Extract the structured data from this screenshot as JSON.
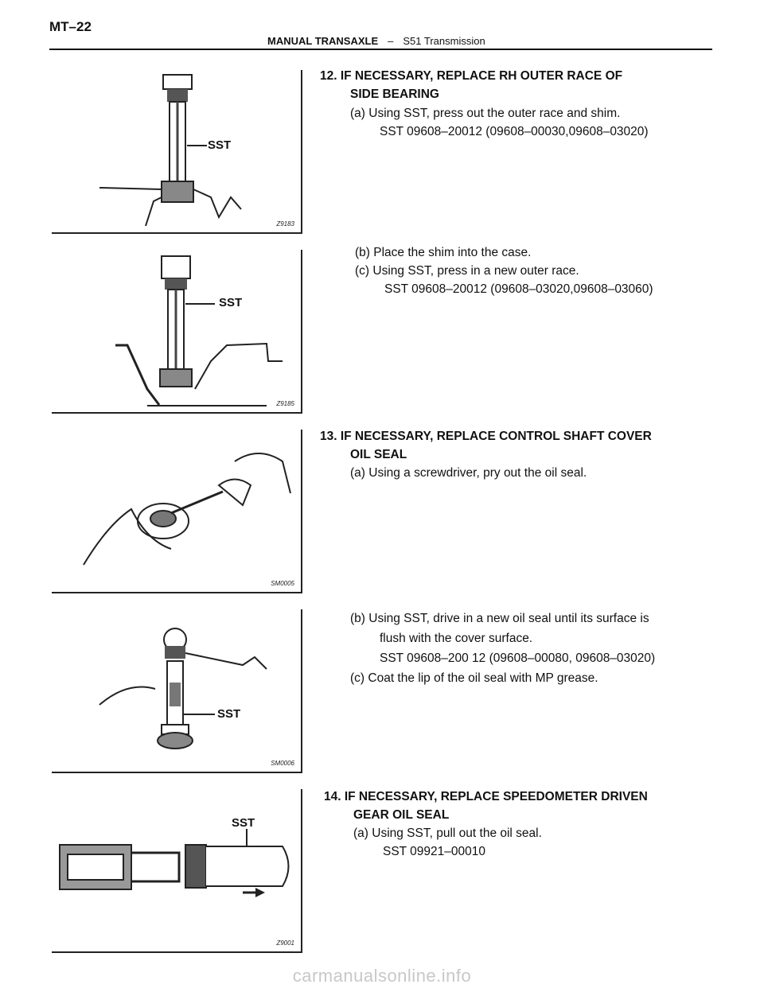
{
  "header": {
    "page_number": "MT–22",
    "section": "MANUAL TRANSAXLE",
    "separator": "–",
    "subsection": "S51 Transmission"
  },
  "figures": [
    {
      "label": "SST",
      "code": "Z9183"
    },
    {
      "label": "SST",
      "code": "Z9185"
    },
    {
      "label": "",
      "code": "SM0005"
    },
    {
      "label": "SST",
      "code": "SM0006"
    },
    {
      "label": "SST",
      "code": "Z9001"
    }
  ],
  "steps": {
    "s12": {
      "title1": "12. IF NECESSARY, REPLACE RH OUTER RACE OF",
      "title2": "SIDE BEARING",
      "a": "(a) Using SST, press out the outer race and shim.",
      "a_sst": "SST  09608–20012  (09608–00030,09608–03020)",
      "b": "(b) Place the shim into the case.",
      "c": "(c) Using SST, press in a new outer race.",
      "c_sst": "SST  09608–20012  (09608–03020,09608–03060)"
    },
    "s13": {
      "title1": "13. IF NECESSARY, REPLACE CONTROL SHAFT COVER",
      "title2": "OIL SEAL",
      "a": "(a) Using a screwdriver, pry out the oil seal.",
      "b1": "(b)  Using  SST,  drive  in  a  new  oil  seal  until  its  surface  is",
      "b2": "flush with the cover surface.",
      "b_sst": "SST  09608–200 12  (09608–00080,  09608–03020)",
      "c": "(c) Coat the lip of the oil seal with MP grease."
    },
    "s14": {
      "title1": "14. IF NECESSARY, REPLACE SPEEDOMETER DRIVEN",
      "title2": "GEAR OIL SEAL",
      "a": "(a) Using SST, pull out the oil seal.",
      "a_sst": "SST  09921–00010"
    }
  },
  "watermark": "carmanualsonline.info"
}
